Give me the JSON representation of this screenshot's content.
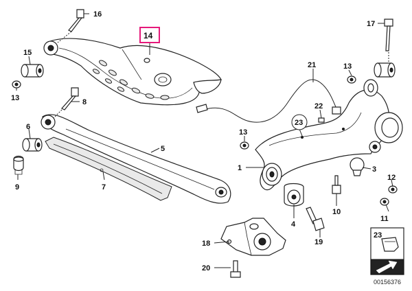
{
  "diagram": {
    "drawing_number": "00156376",
    "highlight_color": "#e5197a",
    "highlighted_part": "14",
    "labels": {
      "p1": "1",
      "p3": "3",
      "p4": "4",
      "p5": "5",
      "p6": "6",
      "p7": "7",
      "p8": "8",
      "p9": "9",
      "p10": "10",
      "p11": "11",
      "p12": "12",
      "p13a": "13",
      "p13b": "13",
      "p13c": "13",
      "p14": "14",
      "p15": "15",
      "p16": "16",
      "p17": "17",
      "p18": "18",
      "p19": "19",
      "p20": "20",
      "p21": "21",
      "p22": "22",
      "p23": "23",
      "p23_inset": "23"
    }
  }
}
